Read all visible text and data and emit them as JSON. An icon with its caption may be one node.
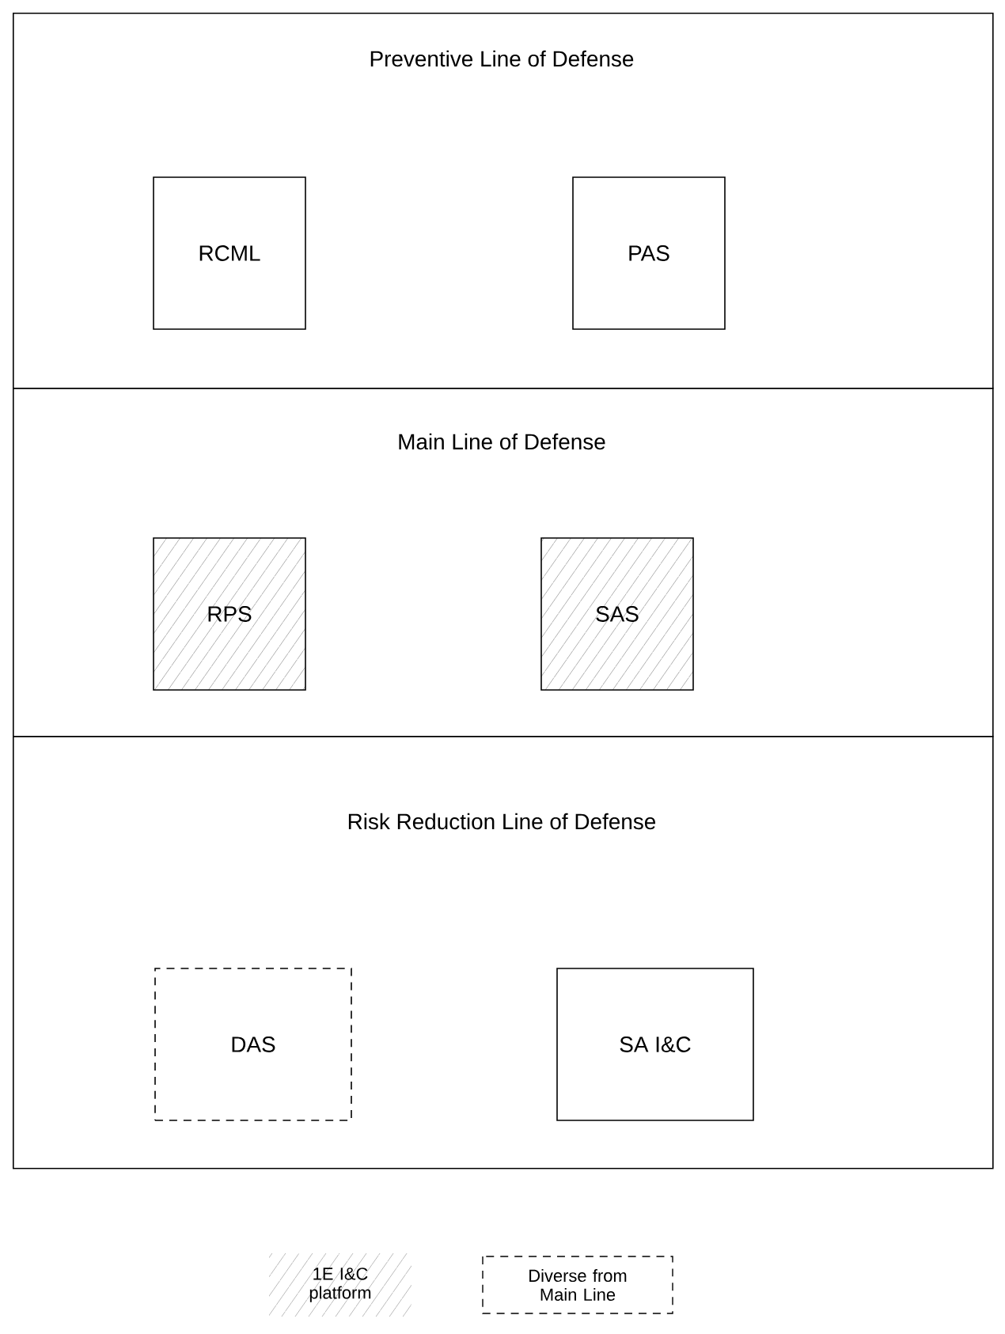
{
  "diagram": {
    "nodes": [
      {
        "text": [
          "Preventive Line of Defense"
        ]
      },
      {
        "text": [
          "RCML"
        ],
        "in": 0
      },
      {
        "text": [
          "PAS"
        ],
        "in": 0
      },
      {
        "text": [
          "Main Line of Defense"
        ]
      },
      {
        "text": [
          "RPS"
        ],
        "in": 3
      },
      {
        "text": [
          "SAS"
        ],
        "in": 3
      },
      {
        "text": [
          "Risk Reduction Line of Defense"
        ]
      },
      {
        "text": [
          "DAS"
        ],
        "in": 6
      },
      {
        "text": [
          "SA I&C"
        ],
        "in": 6
      }
    ],
    "legend": [
      {
        "text": "1E I&C platform"
      },
      {
        "text": "Diverse from Main Line"
      }
    ]
  }
}
